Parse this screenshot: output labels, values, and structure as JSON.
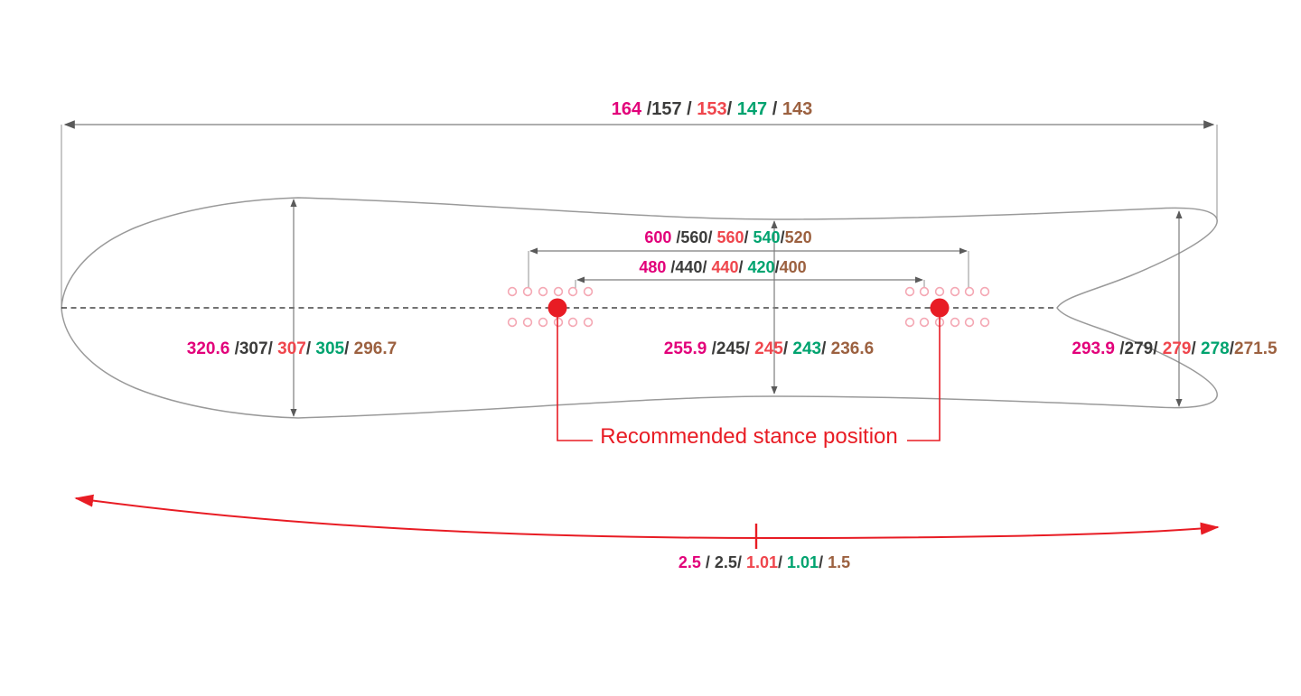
{
  "colors": {
    "magenta": "#E2007A",
    "dark": "#3C3C3B",
    "red": "#EF464D",
    "green": "#00A36F",
    "brown": "#9C6140",
    "accent_red": "#E81C24",
    "outline_gray": "#9A9A9A",
    "dim_gray": "#7D7D7D",
    "insert_pink": "#F4A7B3"
  },
  "labels": {
    "total_length": {
      "segments": [
        {
          "t": "164",
          "c": "magenta"
        },
        {
          "t": " /157 / ",
          "c": "dark"
        },
        {
          "t": "153",
          "c": "red"
        },
        {
          "t": "/ ",
          "c": "dark"
        },
        {
          "t": "147",
          "c": "green"
        },
        {
          "t": " / ",
          "c": "dark"
        },
        {
          "t": "143",
          "c": "brown"
        }
      ]
    },
    "stance_width_outer": {
      "segments": [
        {
          "t": "600",
          "c": "magenta"
        },
        {
          "t": " /560/ ",
          "c": "dark"
        },
        {
          "t": "560",
          "c": "red"
        },
        {
          "t": "/ ",
          "c": "dark"
        },
        {
          "t": "540",
          "c": "green"
        },
        {
          "t": "/",
          "c": "dark"
        },
        {
          "t": "520",
          "c": "brown"
        }
      ]
    },
    "stance_width_inner": {
      "segments": [
        {
          "t": "480",
          "c": "magenta"
        },
        {
          "t": " /440/ ",
          "c": "dark"
        },
        {
          "t": "440",
          "c": "red"
        },
        {
          "t": "/ ",
          "c": "dark"
        },
        {
          "t": "420",
          "c": "green"
        },
        {
          "t": "/",
          "c": "dark"
        },
        {
          "t": "400",
          "c": "brown"
        }
      ]
    },
    "nose_width": {
      "segments": [
        {
          "t": "320.6",
          "c": "magenta"
        },
        {
          "t": " /307/ ",
          "c": "dark"
        },
        {
          "t": "307",
          "c": "red"
        },
        {
          "t": "/ ",
          "c": "dark"
        },
        {
          "t": "305",
          "c": "green"
        },
        {
          "t": "/ ",
          "c": "dark"
        },
        {
          "t": "296.7",
          "c": "brown"
        }
      ]
    },
    "waist_width": {
      "segments": [
        {
          "t": "255.9",
          "c": "magenta"
        },
        {
          "t": " /245/ ",
          "c": "dark"
        },
        {
          "t": "245",
          "c": "red"
        },
        {
          "t": "/ ",
          "c": "dark"
        },
        {
          "t": "243",
          "c": "green"
        },
        {
          "t": "/ ",
          "c": "dark"
        },
        {
          "t": "236.6",
          "c": "brown"
        }
      ]
    },
    "tail_width": {
      "segments": [
        {
          "t": "293.9",
          "c": "magenta"
        },
        {
          "t": " /279/ ",
          "c": "dark"
        },
        {
          "t": "279",
          "c": "red"
        },
        {
          "t": "/ ",
          "c": "dark"
        },
        {
          "t": "278",
          "c": "green"
        },
        {
          "t": "/",
          "c": "dark"
        },
        {
          "t": "271.5",
          "c": "brown"
        }
      ]
    },
    "camber_height": {
      "segments": [
        {
          "t": "2.5",
          "c": "magenta"
        },
        {
          "t": " / 2.5/ ",
          "c": "dark"
        },
        {
          "t": "1.01",
          "c": "red"
        },
        {
          "t": "/ ",
          "c": "dark"
        },
        {
          "t": "1.01",
          "c": "green"
        },
        {
          "t": "/ ",
          "c": "dark"
        },
        {
          "t": "1.5",
          "c": "brown"
        }
      ]
    },
    "stance_note": "Recommended stance position"
  }
}
